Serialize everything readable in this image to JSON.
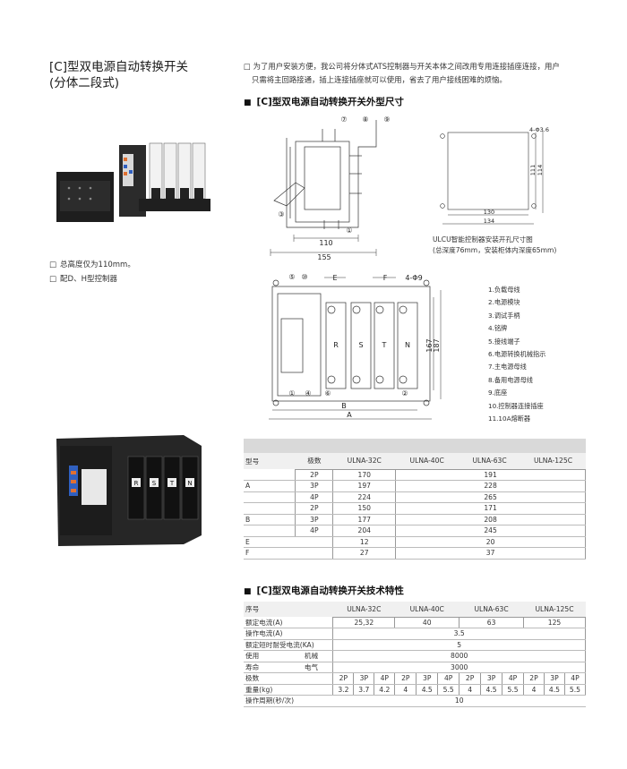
{
  "title": {
    "line1": "[C]型双电源自动转换开关",
    "line2": "(分体二段式)"
  },
  "bullets": [
    "总高度仅为110mm。",
    "配D、H型控制器"
  ],
  "intro": {
    "line1": "□ 为了用户安装方便，我公司将分体式ATS控制器与开关本体之间改用专用连接插座连接，用户",
    "line2": "只需将主回路接通，插上连接插座就可以使用，省去了用户接线困难的烦恼。"
  },
  "section1": "[C]型双电源自动转换开关外型尺寸",
  "section2": "[C]型双电源自动转换开关技术特性",
  "drawing1": {
    "callouts": [
      "⑦",
      "⑧",
      "⑨",
      "③",
      "①"
    ],
    "dim_inner": "110",
    "dim_outer": "155"
  },
  "cutout": {
    "hole": "4-Φ3.6",
    "dim_h1": "111",
    "dim_h2": "114",
    "dim_w1": "130",
    "dim_w2": "134",
    "caption1": "ULCU智能控制器安装开孔尺寸图",
    "caption2": "(总深度76mm，安装柜体内深度65mm)"
  },
  "drawing2": {
    "callouts": [
      "⑤",
      "⑩",
      "①",
      "④",
      "⑥",
      "②"
    ],
    "dim_e": "E",
    "dim_f": "F",
    "hole": "4-Φ9",
    "dim_b": "B",
    "dim_a": "A",
    "dim_h1": "167",
    "dim_h2": "187",
    "poles": [
      "R",
      "S",
      "T",
      "N"
    ]
  },
  "legend": [
    "1.负载母线",
    "2.电源模块",
    "3.调试手柄",
    "4.铭牌",
    "5.接线端子",
    "6.电源转换机械指示",
    "7.主电源母线",
    "8.备用电源母线",
    "9.底座",
    "10.控制器连接插座",
    "11.10A熔断器"
  ],
  "table1": {
    "headers": [
      "型号",
      "极数",
      "ULNA-32C",
      "ULNA-40C",
      "ULNA-63C",
      "ULNA-125C"
    ],
    "rows": [
      {
        "label": "",
        "pole": "2P",
        "v32": "170",
        "vrest": "191"
      },
      {
        "label": "A",
        "pole": "3P",
        "v32": "197",
        "vrest": "228"
      },
      {
        "label": "",
        "pole": "4P",
        "v32": "224",
        "vrest": "265"
      },
      {
        "label": "",
        "pole": "2P",
        "v32": "150",
        "vrest": "171"
      },
      {
        "label": "B",
        "pole": "3P",
        "v32": "177",
        "vrest": "208"
      },
      {
        "label": "",
        "pole": "4P",
        "v32": "204",
        "vrest": "245"
      },
      {
        "label": "E",
        "pole": "",
        "v32": "12",
        "vrest": "20"
      },
      {
        "label": "F",
        "pole": "",
        "v32": "27",
        "vrest": "37"
      }
    ]
  },
  "table2": {
    "headers": [
      "序号",
      "ULNA-32C",
      "ULNA-40C",
      "ULNA-63C",
      "ULNA-125C"
    ],
    "rated_current": {
      "label": "额定电流(A)",
      "values": [
        "25,32",
        "40",
        "63",
        "125"
      ]
    },
    "op_current": {
      "label": "操作电流(A)",
      "value": "3.5"
    },
    "short_circuit": {
      "label": "额定短时耐受电流(KA)",
      "value": "5"
    },
    "life_label1": "使用",
    "life_label2": "寿命",
    "mech": {
      "label": "机械",
      "value": "8000"
    },
    "elec": {
      "label": "电气",
      "value": "3000"
    },
    "poles": {
      "label": "极数",
      "values": [
        "2P",
        "3P",
        "4P",
        "2P",
        "3P",
        "4P",
        "2P",
        "3P",
        "4P",
        "2P",
        "3P",
        "4P"
      ]
    },
    "weight": {
      "label": "重量(kg)",
      "values": [
        "3.2",
        "3.7",
        "4.2",
        "4",
        "4.5",
        "5.5",
        "4",
        "4.5",
        "5.5",
        "4",
        "4.5",
        "5.5"
      ]
    },
    "cycle": {
      "label": "操作周期(秒/次)",
      "value": "10"
    }
  }
}
